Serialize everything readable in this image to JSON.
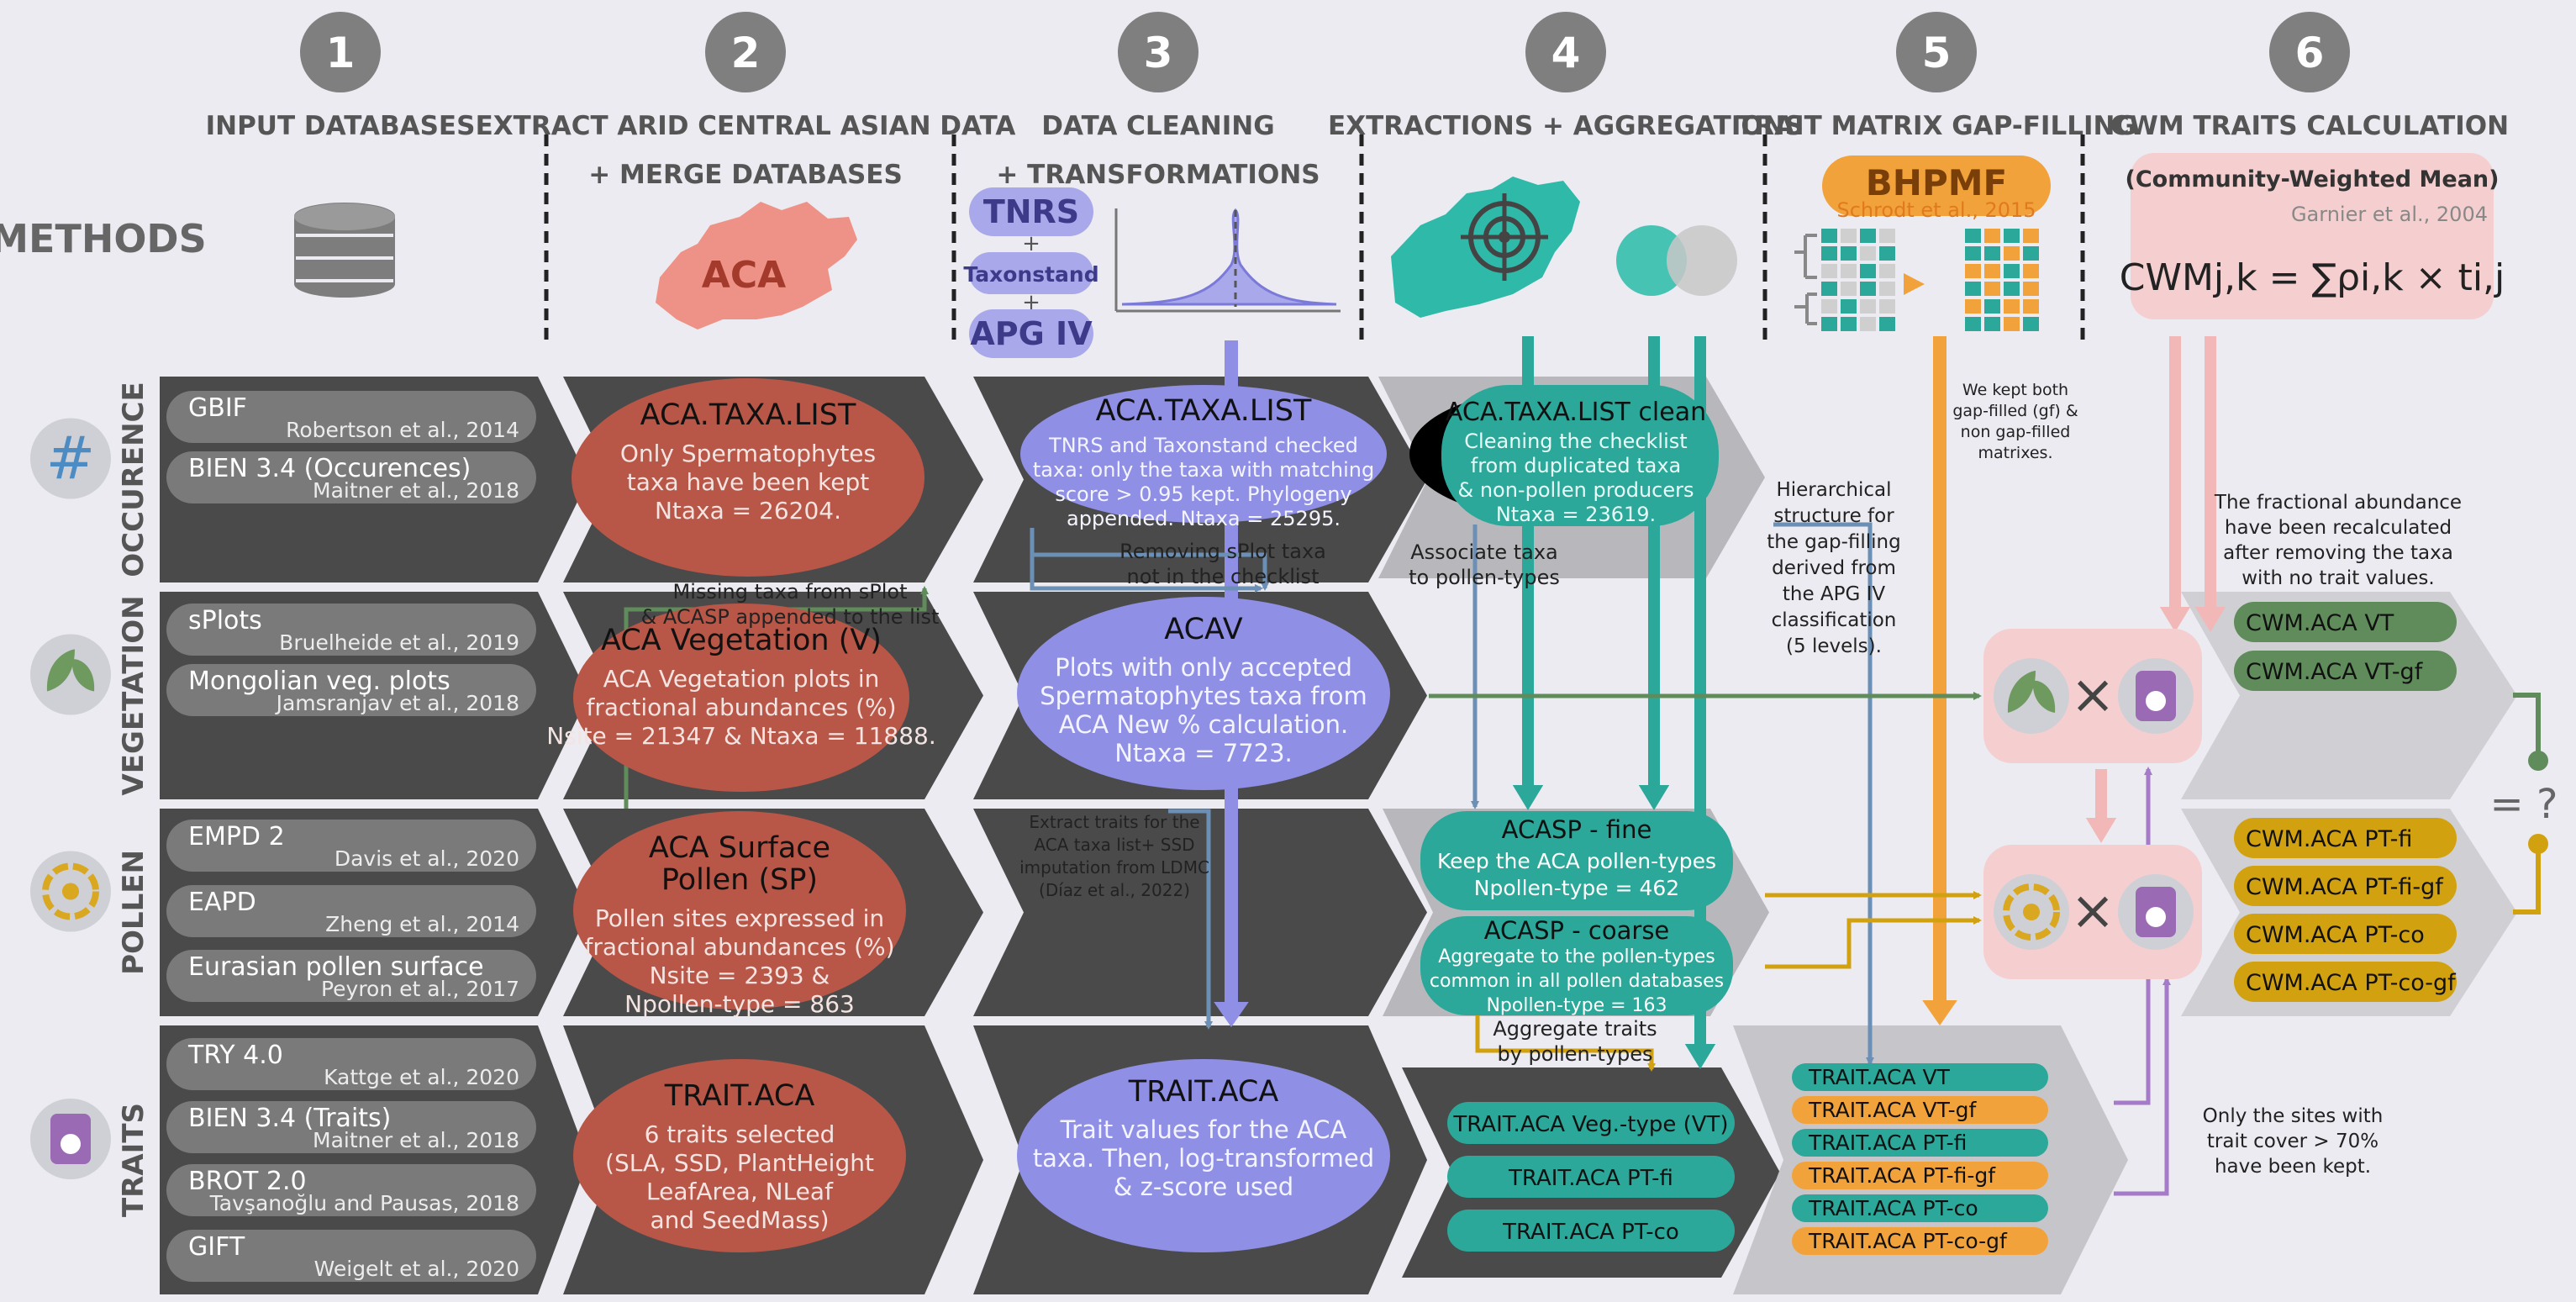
{
  "steps": [
    {
      "num": "1",
      "title": [
        "INPUT DATABASES"
      ]
    },
    {
      "num": "2",
      "title": [
        "EXTRACT ARID CENTRAL ASIAN DATA",
        "+ MERGE DATABASES"
      ]
    },
    {
      "num": "3",
      "title": [
        "DATA CLEANING",
        "+ TRANSFORMATIONS"
      ]
    },
    {
      "num": "4",
      "title": [
        "EXTRACTIONS + AGGREGATIONS"
      ]
    },
    {
      "num": "5",
      "title": [
        "TRAIT MATRIX GAP-FILLING"
      ]
    },
    {
      "num": "6",
      "title": [
        "CWM TRAITS CALCULATION"
      ]
    }
  ],
  "methods_label": "METHODS",
  "map_label": "ACA",
  "tools": [
    "TNRS",
    "+",
    "Taxonstand",
    "+",
    "APG IV"
  ],
  "bhpmf": {
    "name": "BHPMF",
    "ref": "Schrodt et al., 2015"
  },
  "cwm": {
    "subtitle": "(Community-Weighted Mean)",
    "ref": "Garnier et al., 2004",
    "formula": "CWMj,k = ∑ρi,k × ti,j"
  },
  "rows": [
    {
      "label": "OCCURENCE",
      "icon": "hash-icon",
      "color": "#4c8cc2"
    },
    {
      "label": "VEGETATION",
      "icon": "leaf-icon",
      "color": "#6f9a5f"
    },
    {
      "label": "POLLEN",
      "icon": "pollen-icon",
      "color": "#d9a820"
    },
    {
      "label": "TRAITS",
      "icon": "trait-icon",
      "color": "#9a6ab5"
    }
  ],
  "databases": [
    {
      "row": 0,
      "name": "GBIF",
      "ref": "Robertson et al., 2014"
    },
    {
      "row": 0,
      "name": "BIEN 3.4 (Occurences)",
      "ref": "Maitner et al., 2018"
    },
    {
      "row": 1,
      "name": "sPlots",
      "ref": "Bruelheide et al., 2019"
    },
    {
      "row": 1,
      "name": "Mongolian veg. plots",
      "ref": "Jamsranjav et al., 2018"
    },
    {
      "row": 2,
      "name": "EMPD 2",
      "ref": "Davis et al., 2020"
    },
    {
      "row": 2,
      "name": "EAPD",
      "ref": "Zheng et al., 2014"
    },
    {
      "row": 2,
      "name": "Eurasian pollen surface",
      "ref": "Peyron et al., 2017"
    },
    {
      "row": 3,
      "name": "TRY 4.0",
      "ref": "Kattge et al., 2020"
    },
    {
      "row": 3,
      "name": "BIEN 3.4 (Traits)",
      "ref": "Maitner et al., 2018"
    },
    {
      "row": 3,
      "name": "BROT 2.0",
      "ref": "Tavşanoğlu and Pausas, 2018"
    },
    {
      "row": 3,
      "name": "GIFT",
      "ref": "Weigelt et al., 2020"
    }
  ],
  "col2": [
    {
      "title": "ACA.TAXA.LIST",
      "lines": [
        "Only Spermatophytes",
        "taxa have been kept",
        "Ntaxa = 26204."
      ]
    },
    {
      "title": "ACA Vegetation (V)",
      "lines": [
        "ACA Vegetation plots in",
        "fractional abundances (%)",
        "Nsite = 21347 & Ntaxa = 11888."
      ]
    },
    {
      "title": "ACA Surface",
      "title2": "Pollen (SP)",
      "lines": [
        "Pollen sites expressed in",
        "fractional abundances (%)",
        "Nsite =  2393 &",
        "Npollen-type = 863"
      ]
    },
    {
      "title": "TRAIT.ACA",
      "lines": [
        "6 traits selected",
        "(SLA, SSD, PlantHeight",
        "LeafArea, NLeaf",
        "and SeedMass)"
      ]
    }
  ],
  "col3": [
    {
      "title": "ACA.TAXA.LIST",
      "lines": [
        "TNRS and Taxonstand checked",
        "taxa: only the taxa with matching",
        "score > 0.95  kept. Phylogeny",
        "appended. Ntaxa = 25295."
      ]
    },
    {
      "title": "ACAV",
      "lines": [
        "Plots with only accepted",
        "Spermatophytes taxa from",
        "ACA New % calculation.",
        "Ntaxa = 7723."
      ]
    },
    {
      "title": "TRAIT.ACA",
      "lines": [
        "Trait values for the ACA",
        "taxa. Then, log-transformed",
        "& z-score used"
      ]
    }
  ],
  "col4": {
    "clean": {
      "title": "ACA.TAXA.LIST clean",
      "lines": [
        "Cleaning the checklist",
        "from duplicated taxa",
        "& non-pollen producers",
        "Ntaxa = 23619."
      ]
    },
    "fine": {
      "title": "ACASP - fine",
      "lines": [
        "Keep the ACA pollen-types",
        "Npollen-type = 462"
      ]
    },
    "coarse": {
      "title": "ACASP - coarse",
      "lines": [
        "Aggregate to the pollen-types",
        "common in all pollen databases",
        "Npollen-type = 163"
      ]
    },
    "traits": [
      "TRAIT.ACA Veg.-type (VT)",
      "TRAIT.ACA PT-fi",
      "TRAIT.ACA PT-co"
    ]
  },
  "col5_traits": [
    {
      "label": "TRAIT.ACA VT",
      "gf": false
    },
    {
      "label": "TRAIT.ACA VT-gf",
      "gf": true
    },
    {
      "label": "TRAIT.ACA PT-fi",
      "gf": false
    },
    {
      "label": "TRAIT.ACA PT-fi-gf",
      "gf": true
    },
    {
      "label": "TRAIT.ACA PT-co",
      "gf": false
    },
    {
      "label": "TRAIT.ACA PT-co-gf",
      "gf": true
    }
  ],
  "cwm_veg": [
    "CWM.ACA VT",
    "CWM.ACA VT-gf"
  ],
  "cwm_pollen": [
    "CWM.ACA PT-fi",
    "CWM.ACA PT-fi-gf",
    "CWM.ACA PT-co",
    "CWM.ACA PT-co-gf"
  ],
  "compare": "= ?",
  "notes": {
    "missing": [
      "Missing taxa from sPlot",
      "& ACASP appended to the list"
    ],
    "removing": [
      "Removing sPlot taxa",
      "not in the checklist"
    ],
    "extract": [
      "Extract traits for the",
      "ACA taxa list+ SSD",
      "imputation from LDMC",
      "(Díaz et al., 2022)"
    ],
    "associate": [
      "Associate taxa",
      "to pollen-types"
    ],
    "hierarchical": [
      "Hierarchical",
      "structure for",
      "the gap-filling",
      "derived from",
      "the APG IV",
      "classification",
      "(5 levels)."
    ],
    "kept": [
      "We kept both",
      "gap-filled (gf) &",
      "non gap-filled",
      "matrixes."
    ],
    "fractional": [
      "The fractional abundance",
      "have been recalculated",
      "after removing the taxa",
      "with no trait values."
    ],
    "aggregate": [
      "Aggregate traits",
      "by pollen-types"
    ],
    "sites": [
      "Only the sites with",
      "trait cover > 70%",
      "have been kept."
    ]
  },
  "colors": {
    "dark": "#4a4a4a",
    "red": "#b85647",
    "lav": "#8f8fe6",
    "teal": "#2ba899",
    "orange": "#f2a23b",
    "green": "#5f8c5a",
    "gold": "#d2a10f",
    "pink": "#f5cfcf",
    "purple": "#a57ac9"
  }
}
